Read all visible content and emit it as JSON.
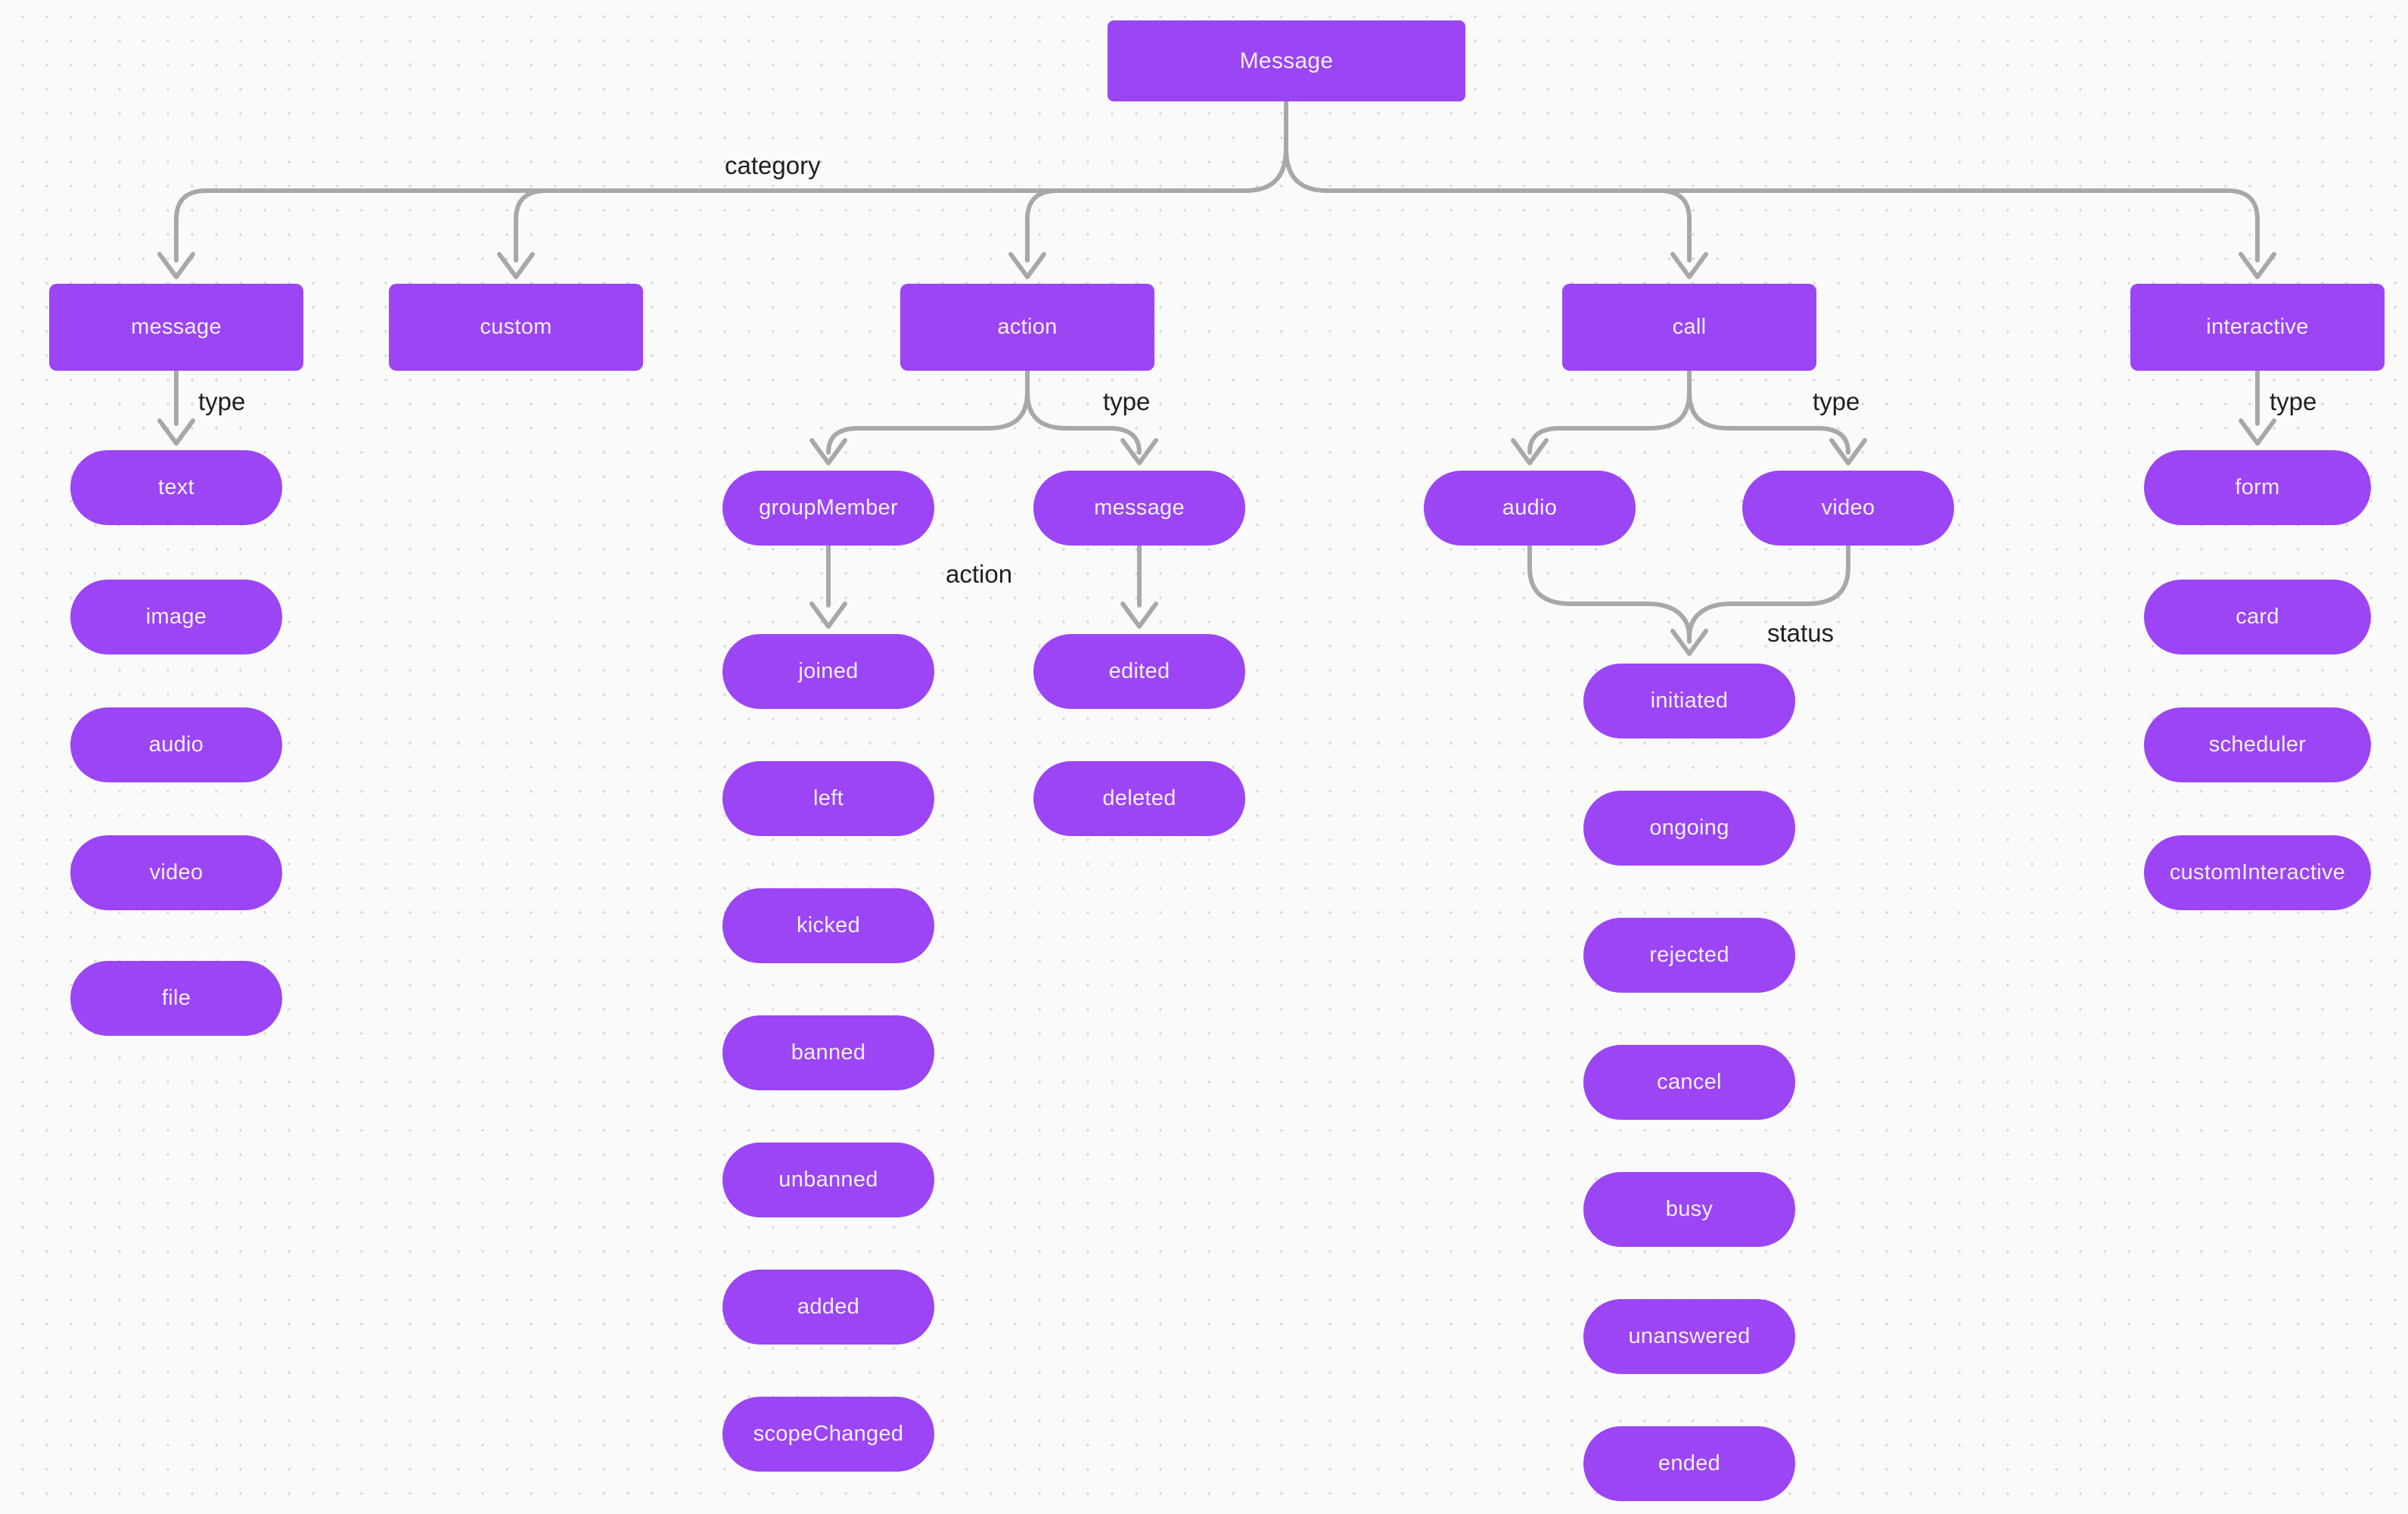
{
  "colors": {
    "node_fill": "#9b45f5",
    "node_text": "#f3eefc",
    "connector": "#a8a8a8",
    "edge_label_text": "#1f1f1f",
    "canvas_bg": "#fafafa",
    "grid_dot": "#d8d8d8"
  },
  "root": {
    "label": "Message"
  },
  "categories": {
    "edge_label": "category",
    "items": [
      "message",
      "custom",
      "action",
      "call",
      "interactive"
    ]
  },
  "message_branch": {
    "edge_label": "type",
    "types": [
      "text",
      "image",
      "audio",
      "video",
      "file"
    ]
  },
  "action_branch": {
    "edge_label_type": "type",
    "edge_label_action": "action",
    "types": [
      "groupMember",
      "message"
    ],
    "group_member_actions": [
      "joined",
      "left",
      "kicked",
      "banned",
      "unbanned",
      "added",
      "scopeChanged"
    ],
    "message_actions": [
      "edited",
      "deleted"
    ]
  },
  "call_branch": {
    "edge_label_type": "type",
    "edge_label_status": "status",
    "types": [
      "audio",
      "video"
    ],
    "statuses": [
      "initiated",
      "ongoing",
      "rejected",
      "cancel",
      "busy",
      "unanswered",
      "ended"
    ]
  },
  "interactive_branch": {
    "edge_label": "type",
    "types": [
      "form",
      "card",
      "scheduler",
      "customInteractive"
    ]
  }
}
